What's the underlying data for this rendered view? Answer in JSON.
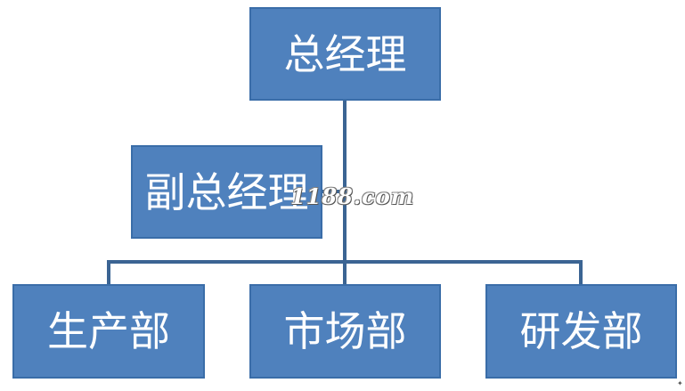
{
  "org_chart": {
    "top": {
      "label": "总经理"
    },
    "assistant": {
      "label": "副总经理"
    },
    "departments": [
      {
        "label": "生产部"
      },
      {
        "label": "市场部"
      },
      {
        "label": "研发部"
      }
    ]
  },
  "watermark": {
    "text": "1188.com"
  },
  "colors": {
    "box_fill": "#4f81bd",
    "box_border": "#3a6da8",
    "connector": "#3b6493",
    "text": "#ffffff"
  }
}
